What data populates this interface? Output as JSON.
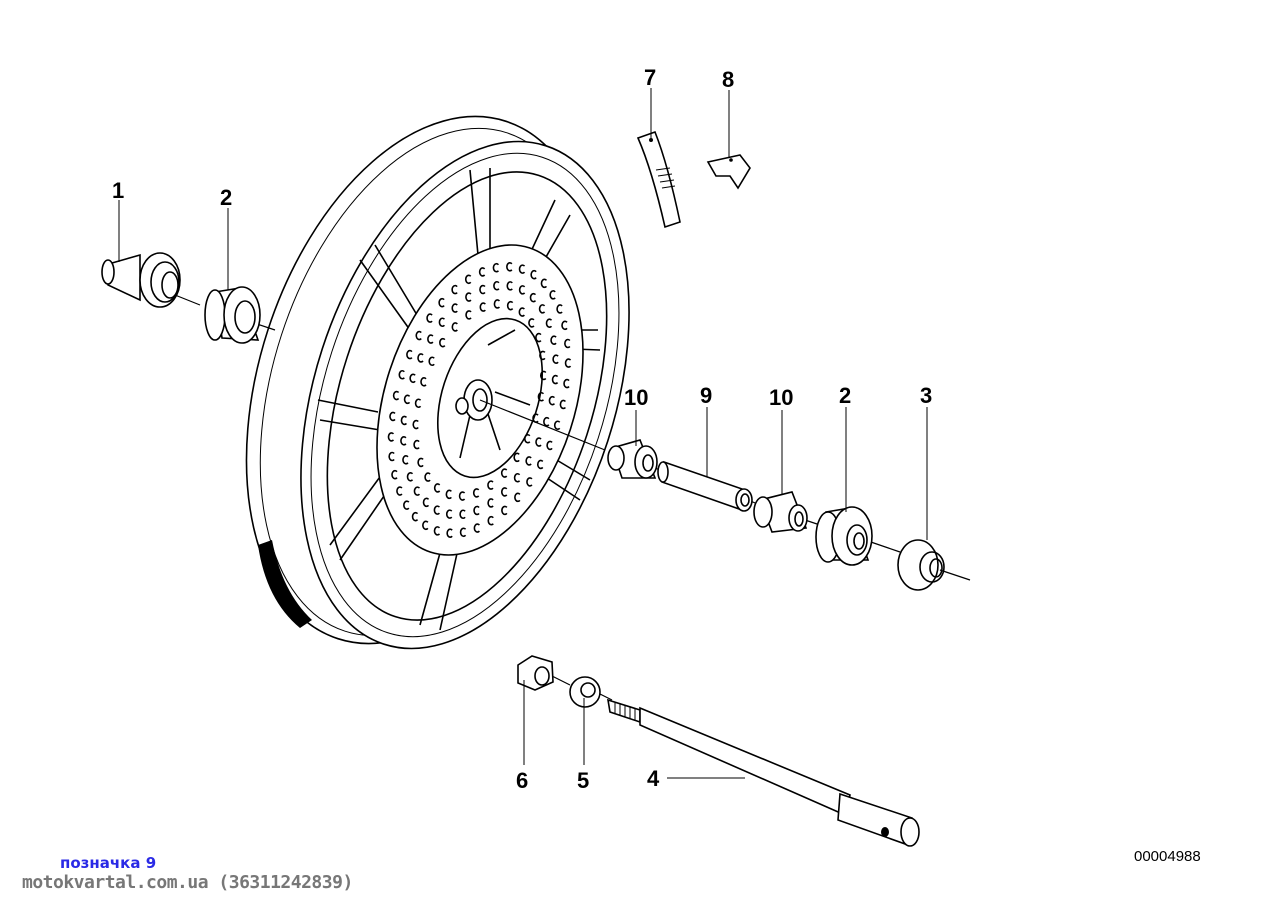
{
  "diagram": {
    "subject": "Front wheel exploded view",
    "diagram_id": "00004988",
    "callouts": [
      {
        "id": "callout-1",
        "label": "1",
        "part": "spacer-bushing"
      },
      {
        "id": "callout-2a",
        "label": "2",
        "part": "ball-bearing-left"
      },
      {
        "id": "callout-7",
        "label": "7",
        "part": "balance-weight"
      },
      {
        "id": "callout-8",
        "label": "8",
        "part": "clip"
      },
      {
        "id": "callout-10a",
        "label": "10",
        "part": "bearing-sleeve-left"
      },
      {
        "id": "callout-9",
        "label": "9",
        "part": "distance-tube"
      },
      {
        "id": "callout-10b",
        "label": "10",
        "part": "bearing-sleeve-right"
      },
      {
        "id": "callout-2b",
        "label": "2",
        "part": "ball-bearing-right"
      },
      {
        "id": "callout-3",
        "label": "3",
        "part": "spacer-right"
      },
      {
        "id": "callout-6",
        "label": "6",
        "part": "hex-nut"
      },
      {
        "id": "callout-5",
        "label": "5",
        "part": "washer"
      },
      {
        "id": "callout-4",
        "label": "4",
        "part": "axle"
      }
    ]
  },
  "footer": {
    "tag_label": "позначка 9",
    "source_text": "motokvartal.com.ua (36311242839)"
  },
  "colors": {
    "tag_label": "#2a2ae6",
    "source_text": "#777777",
    "line_art": "#000000",
    "background": "#ffffff"
  }
}
